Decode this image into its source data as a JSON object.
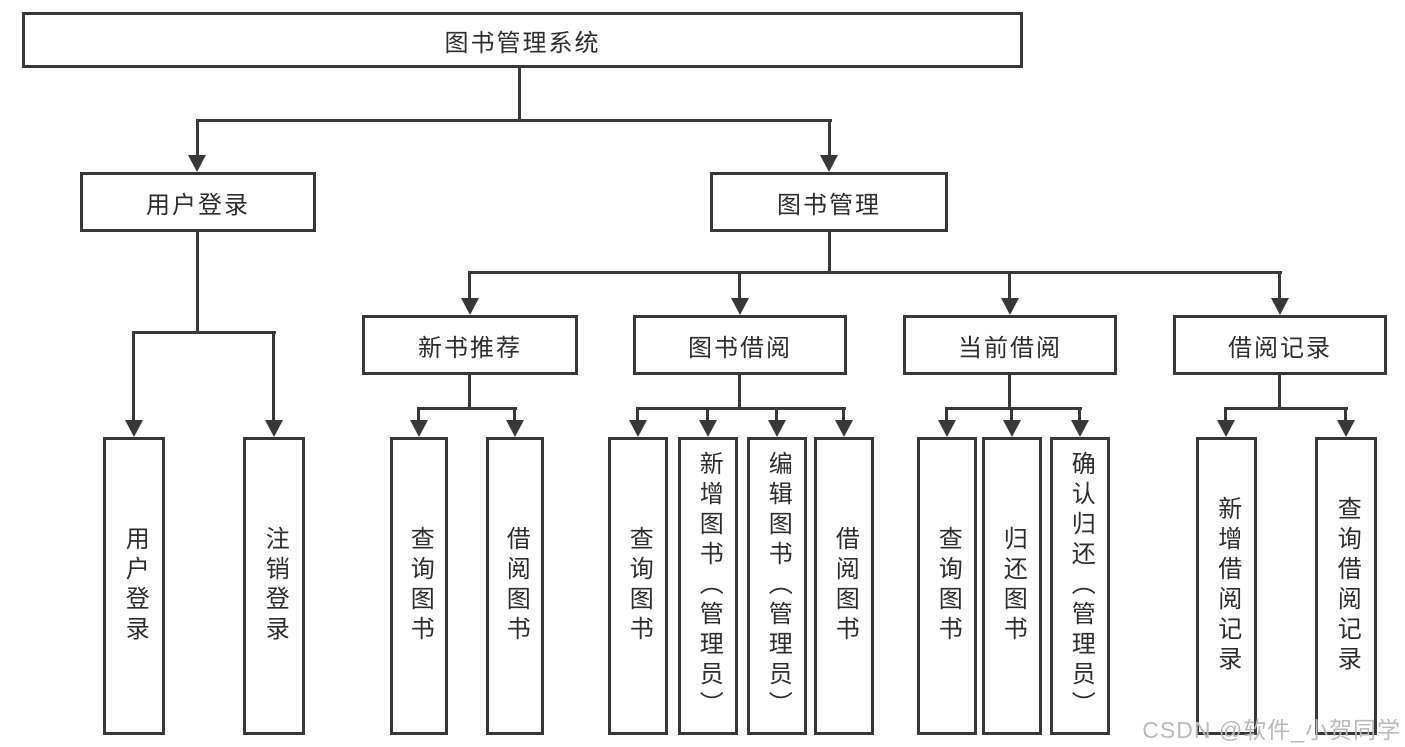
{
  "colors": {
    "line": "#383838",
    "text": "#2d2d2d",
    "watermark": "#b9b9b9",
    "background": "#ffffff"
  },
  "tree": {
    "root": {
      "label": "图书管理系统"
    },
    "branches": [
      {
        "label": "用户登录",
        "leaves": [
          {
            "label": "用户登录"
          },
          {
            "label": "注销登录"
          }
        ]
      },
      {
        "label": "图书管理",
        "groups": [
          {
            "label": "新书推荐",
            "leaves": [
              {
                "label": "查询图书"
              },
              {
                "label": "借阅图书"
              }
            ]
          },
          {
            "label": "图书借阅",
            "leaves": [
              {
                "label": "查询图书"
              },
              {
                "label": "新增图书（管理员）"
              },
              {
                "label": "编辑图书（管理员）"
              },
              {
                "label": "借阅图书"
              }
            ]
          },
          {
            "label": "当前借阅",
            "leaves": [
              {
                "label": "查询图书"
              },
              {
                "label": "归还图书"
              },
              {
                "label": "确认归还（管理员）"
              }
            ]
          },
          {
            "label": "借阅记录",
            "leaves": [
              {
                "label": "新增借阅记录"
              },
              {
                "label": "查询借阅记录"
              }
            ]
          }
        ]
      }
    ]
  },
  "watermark": {
    "text": "CSDN @软件_小贺同学"
  }
}
